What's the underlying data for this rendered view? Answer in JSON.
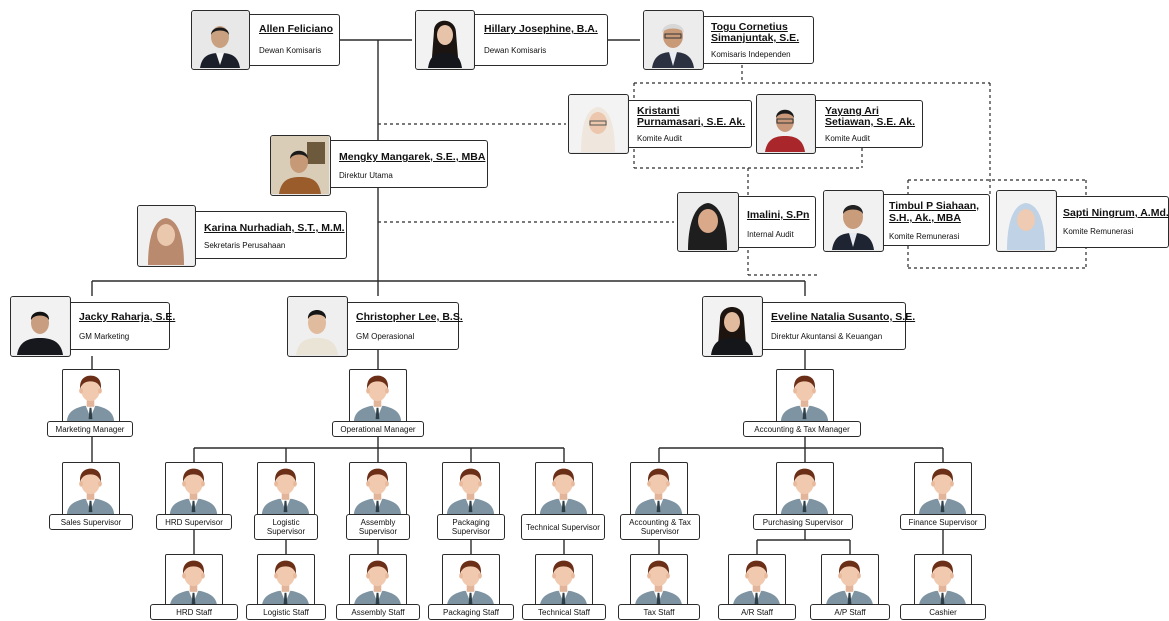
{
  "board": {
    "allen": {
      "name": "Allen Feliciano",
      "title": "Dewan Komisaris"
    },
    "hillary": {
      "name": "Hillary Josephine, B.A.",
      "title": "Dewan Komisaris"
    },
    "togu": {
      "name_line1": "Togu Cornetius",
      "name_line2": "Simanjuntak, S.E.",
      "title": "Komisaris Independen"
    }
  },
  "audit_committee": {
    "kristanti": {
      "name_line1": "Kristanti",
      "name_line2": "Purnamasari, S.E. Ak.",
      "title": "Komite Audit"
    },
    "yayang": {
      "name_line1": "Yayang Ari",
      "name_line2": "Setiawan, S.E. Ak.",
      "title": "Komite Audit"
    }
  },
  "director": {
    "name": "Mengky Mangarek, S.E., MBA",
    "title": "Direktur Utama"
  },
  "secretary": {
    "name": "Karina Nurhadiah, S.T., M.M.",
    "title": "Sekretaris Perusahaan"
  },
  "internal_audit": {
    "name": "Imalini, S.Pn",
    "title": "Internal Audit"
  },
  "remuneration": {
    "timbul": {
      "name_line1": "Timbul P Siahaan,",
      "name_line2": "S.H., Ak., MBA",
      "title": "Komite Remunerasi"
    },
    "sapti": {
      "name": "Sapti Ningrum, A.Md.",
      "title": "Komite Remunerasi"
    }
  },
  "gm": {
    "jacky": {
      "name": "Jacky Raharja, S.E.",
      "title": "GM Marketing"
    },
    "christopher": {
      "name": "Christopher Lee, B.S.",
      "title": "GM Operasional"
    },
    "eveline": {
      "name": "Eveline Natalia Susanto, S.E.",
      "title": "Direktur Akuntansi & Keuangan"
    }
  },
  "managers": {
    "marketing": "Marketing Manager",
    "operational": "Operational Manager",
    "accounting": "Accounting & Tax Manager"
  },
  "supervisors": {
    "sales": "Sales Supervisor",
    "hrd": "HRD Supervisor",
    "logistic": "Logistic Supervisor",
    "assembly": "Assembly Supervisor",
    "packaging": "Packaging Supervisor",
    "technical": "Technical Supervisor",
    "accounting_tax": "Accounting & Tax Supervisor",
    "purchasing": "Purchasing Supervisor",
    "finance": "Finance Supervisor"
  },
  "staff": {
    "hrd": "HRD Staff",
    "logistic": "Logistic Staff",
    "assembly": "Assembly Staff",
    "packaging": "Packaging Staff",
    "technical": "Technical Staff",
    "tax": "Tax Staff",
    "ar": "A/R Staff",
    "ap": "A/P Staff",
    "cashier": "Cashier"
  },
  "colors": {
    "line": "#2b2b2b",
    "avatar_skin": "#f1c9ae",
    "avatar_hair": "#6b2e17",
    "avatar_suit": "#7f94a2"
  }
}
